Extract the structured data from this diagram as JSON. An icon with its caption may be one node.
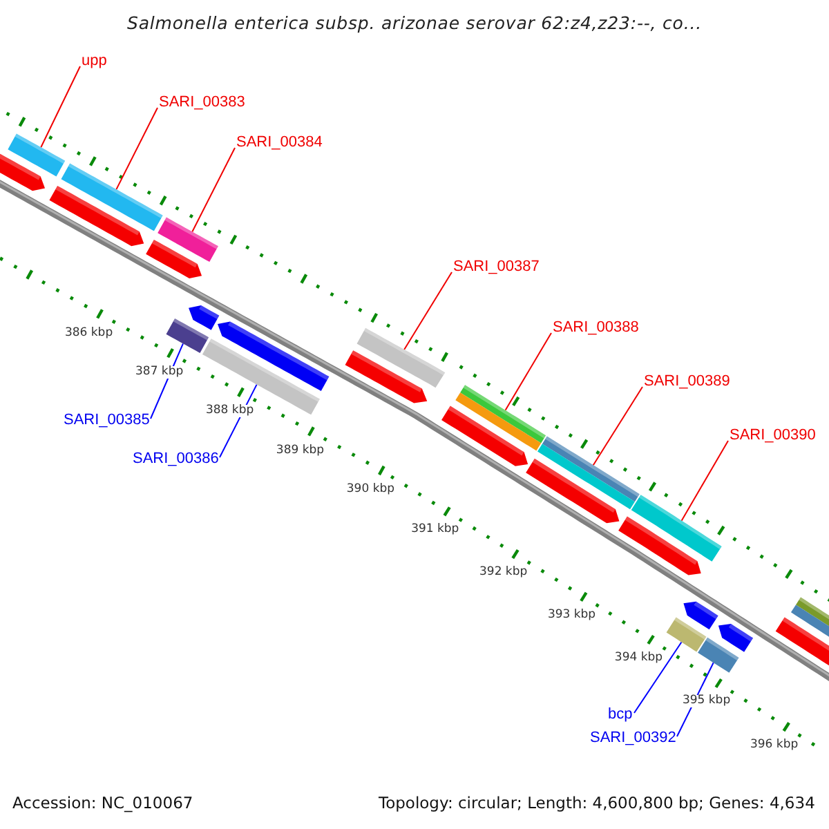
{
  "diagram": {
    "title": "Salmonella enterica subsp. arizonae serovar 62:z4,z23:--, co...",
    "nodes": [
      {
        "text": [
          "upp"
        ]
      },
      {
        "text": [
          "SARI_00383"
        ]
      },
      {
        "text": [
          "SARI_00384"
        ]
      },
      {
        "text": [
          "SARI_00387"
        ]
      },
      {
        "text": [
          "SARI_00388"
        ]
      },
      {
        "text": [
          "SARI_00389"
        ]
      },
      {
        "text": [
          "SARI_00390"
        ]
      },
      {
        "text": [
          "SARI_00385"
        ]
      },
      {
        "text": [
          "SARI_00386"
        ]
      },
      {
        "text": [
          "bcp"
        ]
      },
      {
        "text": [
          "SARI_00392"
        ]
      },
      {
        "text": [],
        "shape": "bar"
      },
      {
        "text": [],
        "shape": "bar"
      },
      {
        "text": [],
        "shape": "bar"
      },
      {
        "text": [],
        "shape": "bar"
      },
      {
        "text": [],
        "shape": "bar"
      },
      {
        "text": [],
        "shape": "bar"
      },
      {
        "text": [],
        "shape": "bar"
      },
      {
        "text": [],
        "shape": "bar"
      },
      {
        "text": [],
        "shape": "bar"
      },
      {
        "text": [],
        "shape": "bar"
      },
      {
        "text": [],
        "shape": "bar"
      },
      {
        "text": [],
        "shape": "arrow"
      },
      {
        "text": [],
        "shape": "arrow"
      },
      {
        "text": [],
        "shape": "arrow"
      },
      {
        "text": [],
        "shape": "arrow"
      },
      {
        "text": [],
        "shape": "arrow"
      },
      {
        "text": [],
        "shape": "arrow"
      },
      {
        "text": [],
        "shape": "arrow"
      },
      {
        "text": [],
        "shape": "arrow"
      },
      {
        "text": [],
        "shape": "arrow"
      },
      {
        "text": [],
        "shape": "arrow"
      },
      {
        "text": [],
        "shape": "arrow"
      },
      {
        "text": [],
        "shape": "arrow"
      },
      {
        "text": [],
        "shape": "bar"
      }
    ],
    "edges": [
      {
        "from": 0,
        "to": 11,
        "arrow": "none"
      },
      {
        "from": 1,
        "to": 12,
        "arrow": "none"
      },
      {
        "from": 2,
        "to": 13,
        "arrow": "none"
      },
      {
        "from": 3,
        "to": 14,
        "arrow": "none"
      },
      {
        "from": 4,
        "to": 15,
        "arrow": "none"
      },
      {
        "from": 5,
        "to": 16,
        "arrow": "none"
      },
      {
        "from": 6,
        "to": 17,
        "arrow": "none"
      },
      {
        "from": 7,
        "to": 18,
        "arrow": "none",
        "color": "#0000ff"
      },
      {
        "from": 8,
        "to": 19,
        "arrow": "none",
        "color": "#0000ff"
      },
      {
        "from": 9,
        "to": 20,
        "arrow": "none",
        "color": "#0000ff"
      },
      {
        "from": 10,
        "to": 21,
        "arrow": "none",
        "color": "#0000ff"
      }
    ],
    "labels": [
      "386 kbp",
      "387 kbp",
      "388 kbp",
      "389 kbp",
      "390 kbp",
      "391 kbp",
      "392 kbp",
      "393 kbp",
      "394 kbp",
      "395 kbp",
      "396 kbp",
      "Accession: NC_010067",
      "Topology: circular; Length: 4,600,800 bp; Genes: 4,634"
    ]
  }
}
